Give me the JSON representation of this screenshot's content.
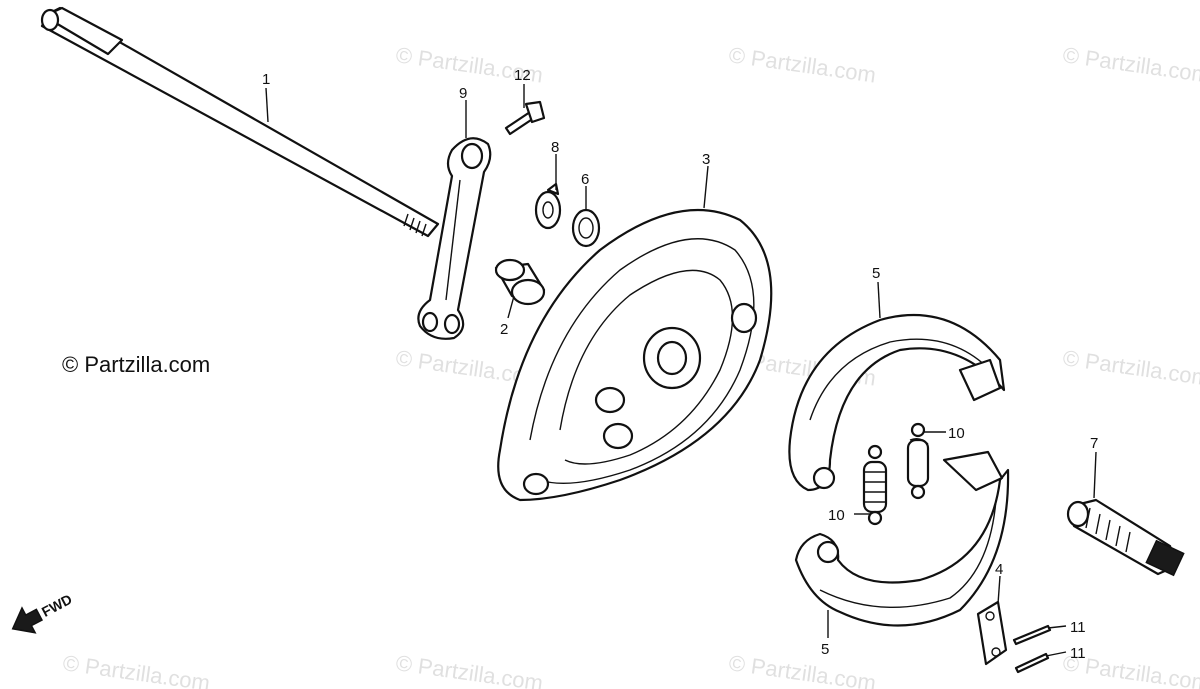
{
  "copyright": "© Partzilla.com",
  "watermark": "© Partzilla.com",
  "direction_label": "FWD",
  "callouts": {
    "axle": "1",
    "collar": "2",
    "brake_panel": "3",
    "plate": "4",
    "shoe_upper": "5",
    "shoe_lower": "5",
    "dust_seal": "6",
    "cam": "7",
    "washer": "8",
    "arm": "9",
    "spring_upper": "10",
    "spring_lower": "10",
    "pin_upper": "11",
    "pin_lower": "11",
    "bolt": "12"
  }
}
